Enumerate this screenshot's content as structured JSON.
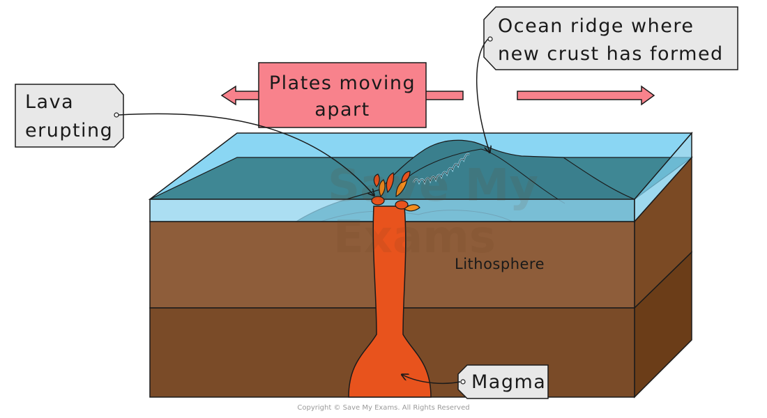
{
  "labels": {
    "plates": [
      "Plates moving",
      "apart"
    ],
    "ridge": [
      "Ocean ridge where",
      "new crust has formed"
    ],
    "lava": [
      "Lava",
      "erupting"
    ],
    "magma": "Magma",
    "lithosphere": "Lithosphere"
  },
  "watermark": [
    "Save My",
    "Exams"
  ],
  "copyright": "Copyright © Save My Exams. All Rights Reserved",
  "colors": {
    "water_front": "#8fd3ee",
    "water_top": "#8ad6f3",
    "seafloor": "#3f8794",
    "upper_rock": "#8e5d3a",
    "lower_rock": "#7a4b28",
    "side_upper": "#7b4a24",
    "side_lower": "#6b3d18",
    "magma": "#e8531d",
    "lava_orange": "#f28c1e",
    "plates_box": "#f8828c",
    "label_box": "#e8e8e8"
  }
}
